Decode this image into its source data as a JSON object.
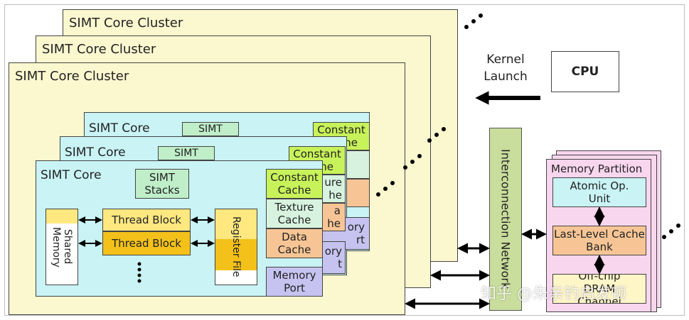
{
  "clusters": [
    {
      "title": "SIMT Core Cluster"
    },
    {
      "title": "SIMT Core Cluster"
    },
    {
      "title": "SIMT Core Cluster"
    }
  ],
  "cores": [
    {
      "title": "SIMT Core",
      "simt": "SIMT",
      "constant": "Constant",
      "cache_frag": "he"
    },
    {
      "title": "SIMT Core",
      "simt": "SIMT",
      "constant": "Constant",
      "cache_frag": "he",
      "texture_frag": "ure",
      "texture_frag2": "he",
      "data_frag": "ta",
      "data_frag2": "he",
      "memory_frag": "ory",
      "port_frag": "rt"
    }
  ],
  "front_core": {
    "title": "SIMT Core",
    "simt_stacks": "SIMT Stacks",
    "constant_cache": "Constant Cache",
    "texture_cache": "Texture Cache",
    "data_cache": "Data Cache",
    "memory_port": "Memory Port",
    "shared_memory": "Shared Memory",
    "thread_block_1": "Thread Block",
    "thread_block_2": "Thread Block",
    "register_file": "Register File",
    "mid_texture_frag": "ure",
    "mid_texture_frag2": "he",
    "mid_data_frag": "a",
    "mid_data_frag2": "he",
    "mid_memory_frag": "ory",
    "mid_port_frag": "t"
  },
  "kernel_launch": "Kernel Launch",
  "cpu": "CPU",
  "interconnect": "Interconnection Network",
  "memory_partition": {
    "title": "Memory Partition",
    "atomic": "Atomic Op. Unit",
    "llc": "Last-Level Cache Bank",
    "offchip": "Off-chip DRAM Channel"
  },
  "watermark": "知乎 @朱亲钓启发顿"
}
